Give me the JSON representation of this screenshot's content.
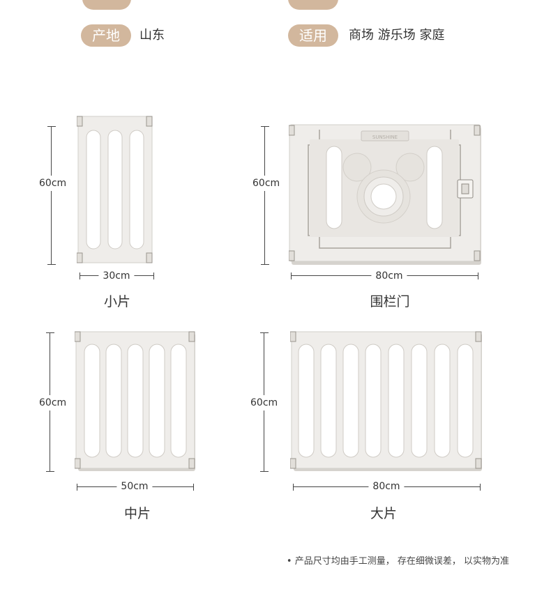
{
  "specs": {
    "origin_label": "产地",
    "origin_value": "山东",
    "usage_label": "适用",
    "usage_value": "商场 游乐场 家庭"
  },
  "panels": {
    "small": {
      "height": "60cm",
      "width": "30cm",
      "name": "小片"
    },
    "door": {
      "height": "60cm",
      "width": "80cm",
      "name": "围栏门",
      "logo": "SUNSHINE"
    },
    "medium": {
      "height": "60cm",
      "width": "50cm",
      "name": "中片"
    },
    "large": {
      "height": "60cm",
      "width": "80cm",
      "name": "大片"
    }
  },
  "note": "• 产品尺寸均由手工测量， 存在细微误差， 以实物为准",
  "colors": {
    "pill": "#d2b79d",
    "panel_fill": "#efedea",
    "panel_shadow": "#d6d3ce"
  }
}
